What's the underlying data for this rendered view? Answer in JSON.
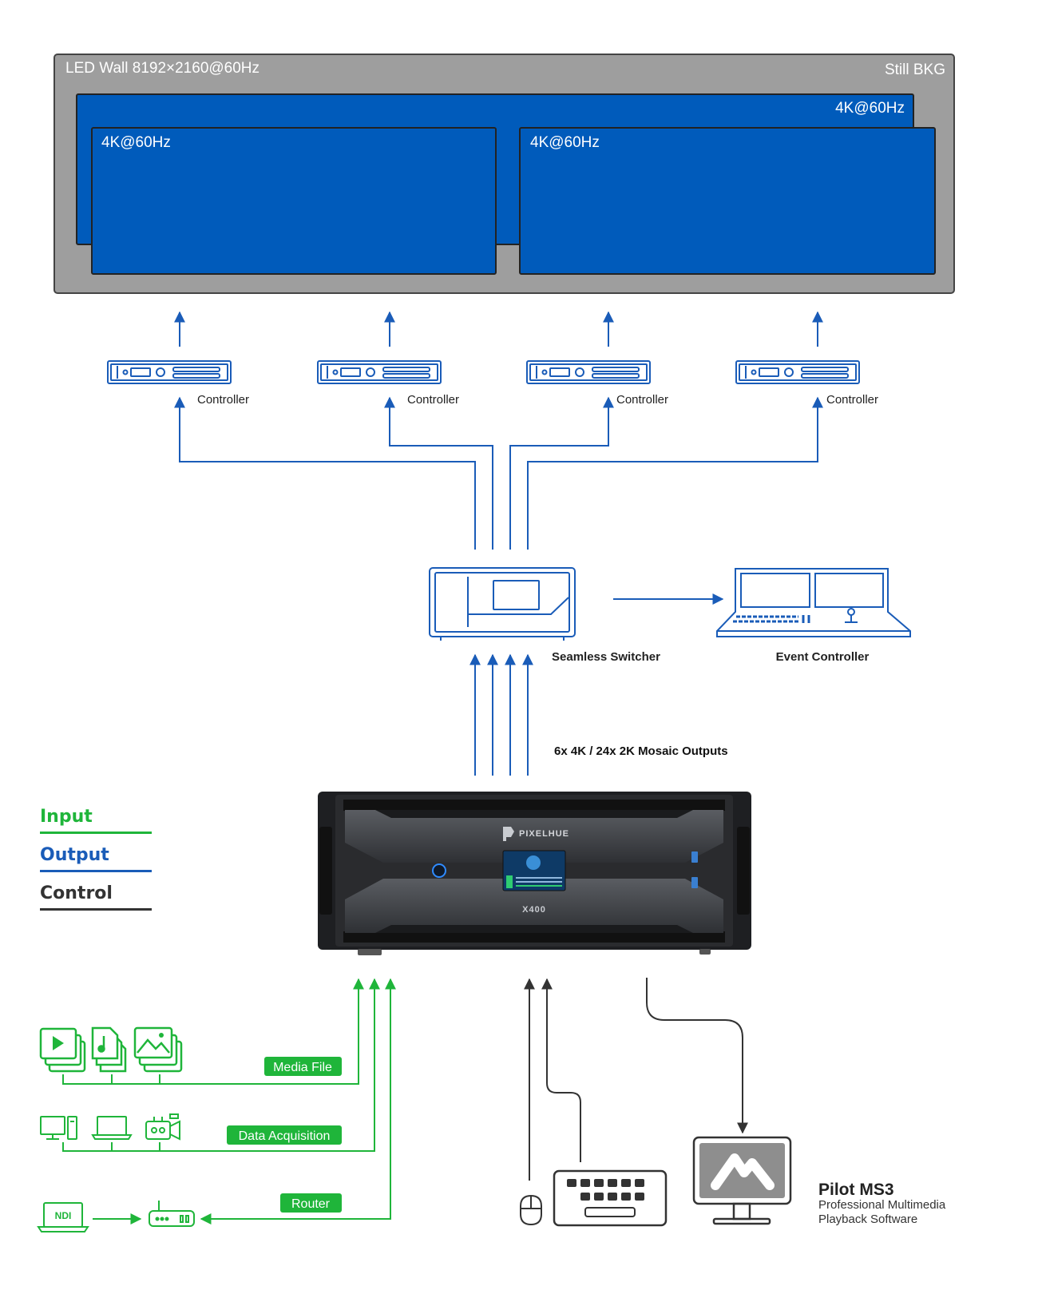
{
  "colors": {
    "wall_bg": "#9e9e9e",
    "screen_blue": "#005bbb",
    "output_blue": "#1a5cb8",
    "input_green": "#1fb53a",
    "control_dark": "#333333"
  },
  "led_wall": {
    "title": "LED Wall 8192×2160@60Hz",
    "background_label": "Still BKG",
    "screens": [
      "4K@60Hz",
      "4K@60Hz",
      "4K@60Hz"
    ]
  },
  "controllers": [
    "Controller",
    "Controller",
    "Controller",
    "Controller"
  ],
  "switcher": {
    "label": "Seamless Switcher"
  },
  "event_controller": {
    "label": "Event Controller"
  },
  "outputs_label": "6x 4K / 24x 2K Mosaic Outputs",
  "device": {
    "brand": "PIXELHUE",
    "model": "X400"
  },
  "legend": [
    {
      "label": "Input",
      "color": "#1fb53a"
    },
    {
      "label": "Output",
      "color": "#1a5cb8"
    },
    {
      "label": "Control",
      "color": "#333333"
    }
  ],
  "inputs": {
    "media_file": "Media File",
    "data_acquisition": "Data Acquisition",
    "router": "Router",
    "ndi": "NDI"
  },
  "software": {
    "name": "Pilot MS3",
    "desc_line1": "Professional Multimedia",
    "desc_line2": "Playback Software"
  }
}
